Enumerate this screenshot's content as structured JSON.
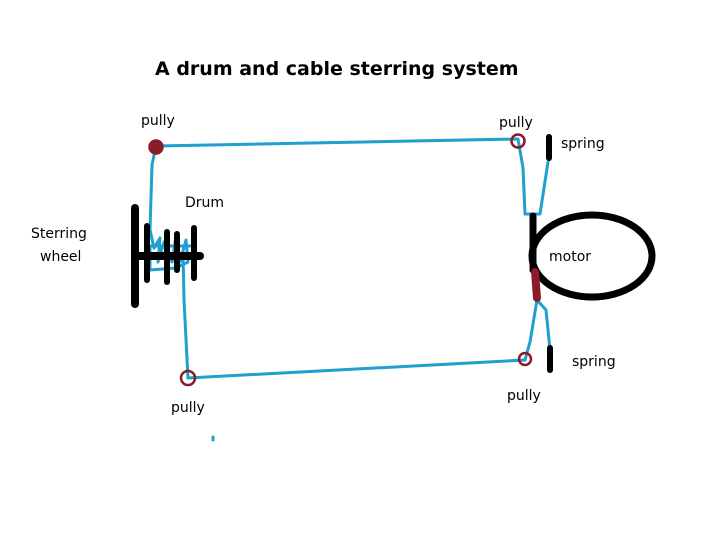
{
  "diagram": {
    "title": "A drum and cable sterring system",
    "labels": {
      "pully_top_left": "pully",
      "pully_top_right": "pully",
      "pully_bottom_left": "pully",
      "pully_bottom_right": "pully",
      "spring_top": "spring",
      "spring_bottom": "spring",
      "drum": "Drum",
      "steering_wheel_line1": "Sterring",
      "steering_wheel_line2": "wheel",
      "motor": "motor"
    },
    "colors": {
      "cable": "#1ea0d0",
      "pulley": "#8b1a2b",
      "parts": "#000000"
    }
  }
}
